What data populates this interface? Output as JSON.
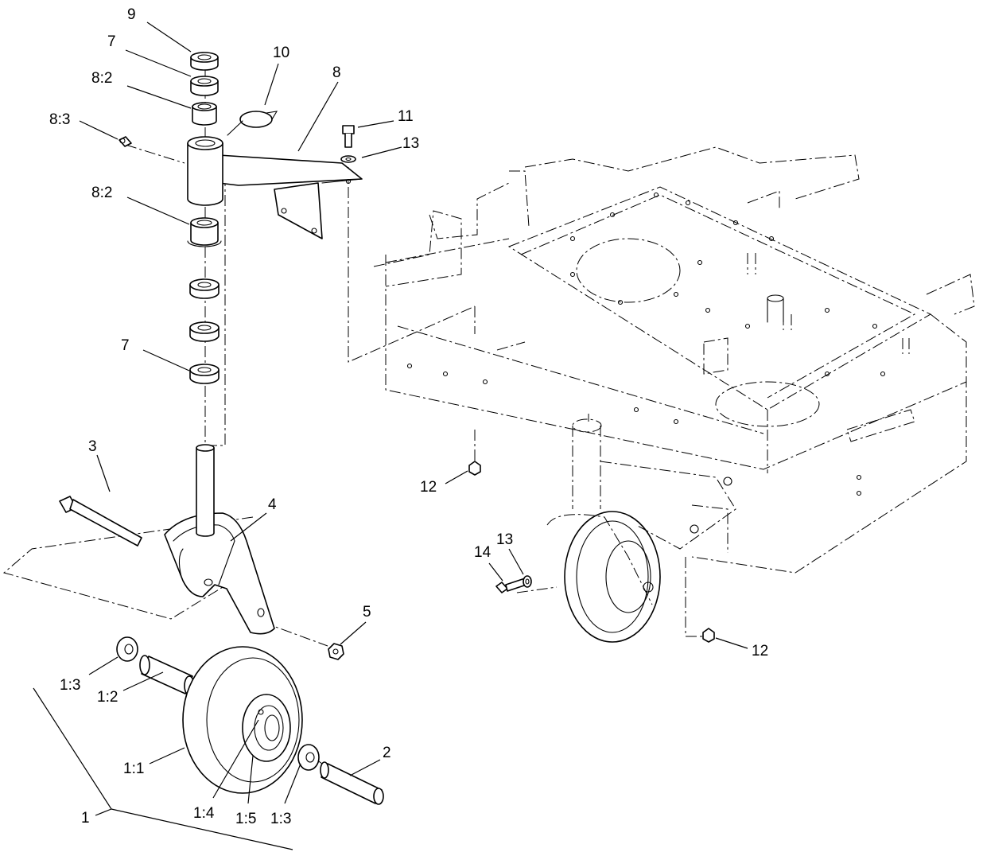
{
  "callouts": {
    "c9": "9",
    "c7_top": "7",
    "c8_2_top": "8:2",
    "c8_3": "8:3",
    "c10": "10",
    "c8": "8",
    "c11": "11",
    "c13_top": "13",
    "c8_2_mid": "8:2",
    "c7_mid": "7",
    "c3": "3",
    "c4": "4",
    "c5": "5",
    "c12_mid": "12",
    "c13_low": "13",
    "c14": "14",
    "c12_low": "12",
    "c1_3_left": "1:3",
    "c1_2": "1:2",
    "c1_1": "1:1",
    "c2": "2",
    "c1_4": "1:4",
    "c1_5": "1:5",
    "c1_3_right": "1:3",
    "c1": "1"
  },
  "colors": {
    "line": "#000000",
    "background": "#ffffff"
  }
}
